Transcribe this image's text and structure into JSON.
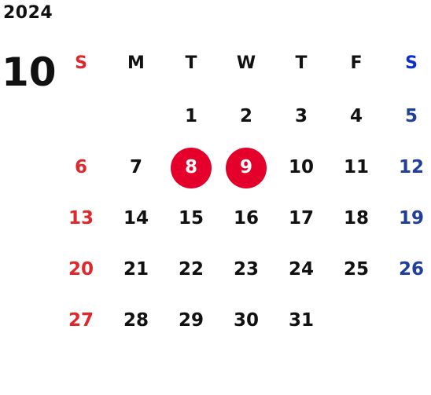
{
  "header": {
    "year": "2024",
    "month": "10"
  },
  "weekdays": [
    "S",
    "M",
    "T",
    "W",
    "T",
    "F",
    "S"
  ],
  "colors": {
    "sunday": "#e2272c",
    "saturday_header": "#0a2fd0",
    "saturday": "#1f3f9a",
    "highlight": "#e4002b",
    "text": "#111111"
  },
  "weeks": [
    [
      "",
      "",
      "1",
      "2",
      "3",
      "4",
      "5"
    ],
    [
      "6",
      "7",
      "8",
      "9",
      "10",
      "11",
      "12"
    ],
    [
      "13",
      "14",
      "15",
      "16",
      "17",
      "18",
      "19"
    ],
    [
      "20",
      "21",
      "22",
      "23",
      "24",
      "25",
      "26"
    ],
    [
      "27",
      "28",
      "29",
      "30",
      "31",
      "",
      ""
    ]
  ],
  "highlighted_days": [
    "8",
    "9"
  ]
}
